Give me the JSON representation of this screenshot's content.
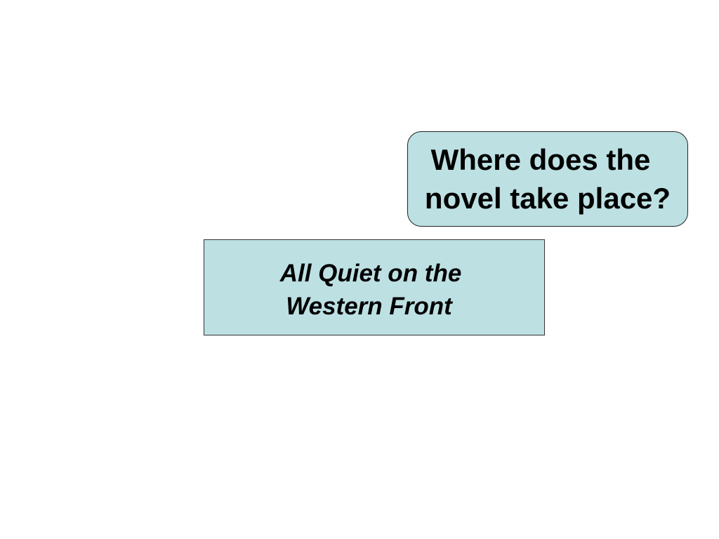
{
  "question": {
    "line1": "Where does the",
    "line2": "novel take place?"
  },
  "answer": {
    "line1": "All Quiet on the",
    "line2": "Western Front"
  },
  "colors": {
    "box_fill": "#bde0e3",
    "background": "#ffffff",
    "text": "#000000"
  }
}
